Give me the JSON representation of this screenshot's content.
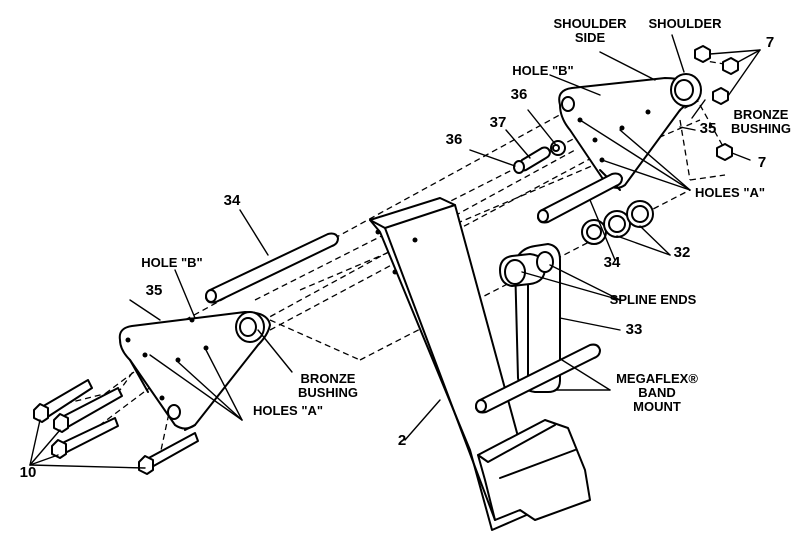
{
  "labels": {
    "shoulder_side": "SHOULDER\nSIDE",
    "shoulder": "SHOULDER",
    "hole_b_top": "HOLE \"B\"",
    "hole_b_left": "HOLE \"B\"",
    "bronze_bushing_top": "BRONZE\nBUSHING",
    "bronze_bushing_bottom": "BRONZE\nBUSHING",
    "holes_a_top": "HOLES \"A\"",
    "holes_a_bottom": "HOLES \"A\"",
    "spline_ends": "SPLINE ENDS",
    "megaflex_band_mount": "MEGAFLEX®\nBAND\nMOUNT"
  },
  "callouts": {
    "n7_top": "7",
    "n7_bottom": "7",
    "n35_top": "35",
    "n35_left": "35",
    "n36_top": "36",
    "n36_mid": "36",
    "n37": "37",
    "n34_left": "34",
    "n34_right": "34",
    "n32": "32",
    "n33": "33",
    "n2": "2",
    "n10": "10"
  }
}
